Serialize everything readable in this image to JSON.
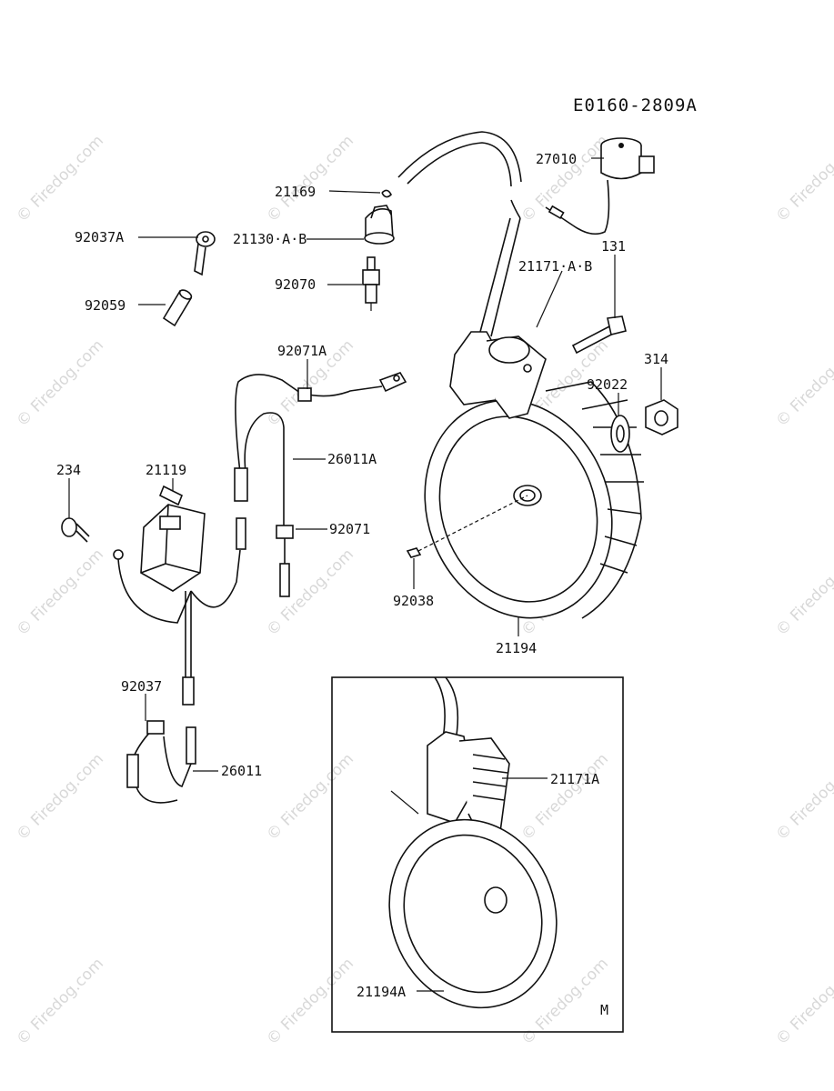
{
  "diagram": {
    "code": "E0160-2809A",
    "inset_marker": "M",
    "watermark": "© Firedog.com",
    "labels": {
      "p27010": "27010",
      "p21169": "21169",
      "p92037A": "92037A",
      "p21130": "21130·A·B",
      "p131": "131",
      "p21171": "21171·A·B",
      "p92070": "92070",
      "p92059": "92059",
      "p92071A": "92071A",
      "p314": "314",
      "p92022": "92022",
      "p26011A": "26011A",
      "p234": "234",
      "p21119": "21119",
      "p92071": "92071",
      "p92038": "92038",
      "p21194": "21194",
      "p92037": "92037",
      "p26011": "26011",
      "p21171A": "21171A",
      "p21194A": "21194A"
    }
  }
}
